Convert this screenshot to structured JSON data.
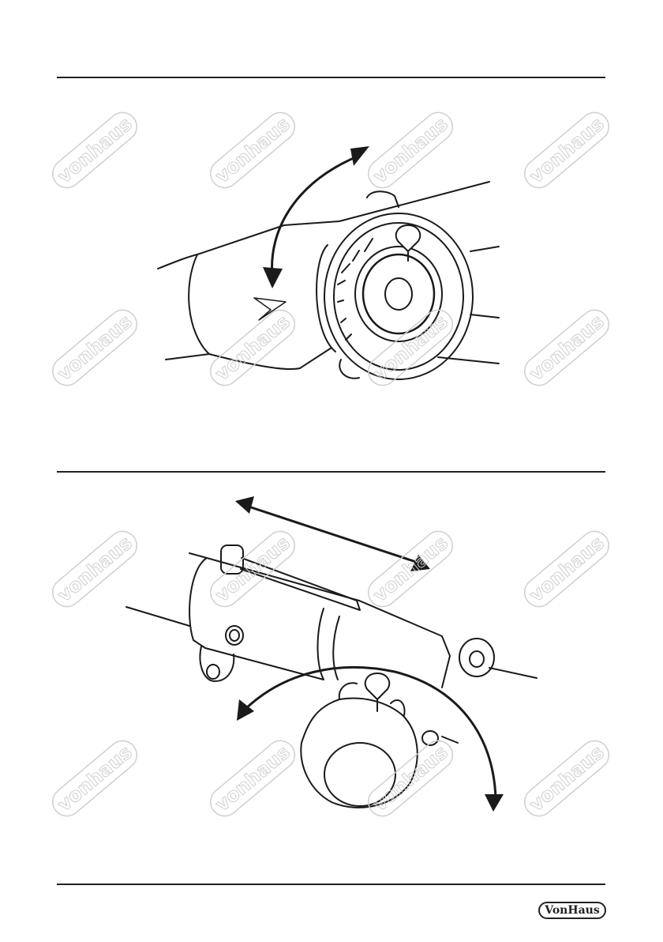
{
  "brand": {
    "logo_text": "VonHaus",
    "watermark_text": "vonhaus"
  },
  "figures": [
    {
      "id": "fig-1",
      "subject": "rotating head collar with angle-setting dial"
    },
    {
      "id": "fig-2",
      "subject": "sliding tube clamp with locking knob"
    }
  ],
  "colors": {
    "line": "#1a1a1a",
    "watermark": "#bdbdbd"
  },
  "icons": [
    "rotate-double-arrow-icon",
    "linear-double-arrow-icon",
    "curved-rotate-arrow-icon",
    "position-arrow-marker-icon"
  ]
}
